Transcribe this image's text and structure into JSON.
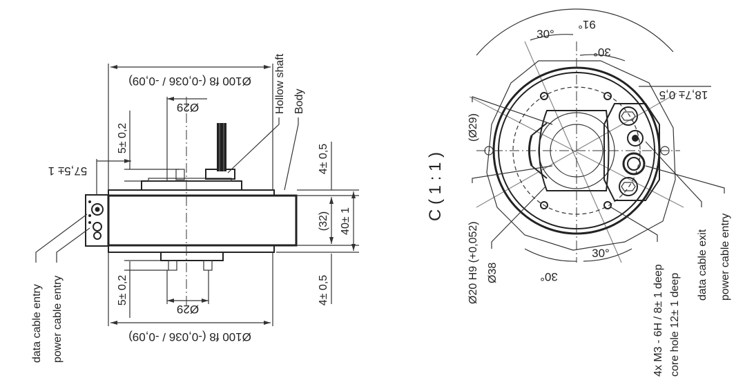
{
  "side_view": {
    "top_diameter": "Ø100 f8 (-0,036 / -0,09)",
    "bottom_diameter": "Ø100 f8 (-0,036 / -0,09)",
    "shaft_top": "Ø29",
    "shaft_bottom": "Ø29",
    "hollow_shaft": "Hollow shaft",
    "body": "Body",
    "height_top": "5± 0,2",
    "height_bottom": "5± 0,2",
    "overall": "57,5± 1",
    "flange_top": "4± 0,5",
    "flange_bottom": "4± 0,5",
    "inner_height": "(32)",
    "total_height": "40± 1",
    "data_cable": "data cable entry",
    "power_cable": "power cable entry"
  },
  "front_view": {
    "scale": "C ( 1 : 1 )",
    "angle_91": "91°",
    "angle_30_a": "30°",
    "angle_30_b": "30°",
    "angle_30_c": "30°",
    "angle_30_d": "30°",
    "offset": "18,7± 0,5",
    "dia_29": "(Ø29)",
    "dia_20": "Ø20 H9 (+0,052)",
    "dia_38": "Ø38",
    "threads": "4x M3 - 6H / 8± 1 deep",
    "core_hole": "core hole 12± 1 deep",
    "data_exit": "data cable exit",
    "power_entry": "power cable entry"
  }
}
